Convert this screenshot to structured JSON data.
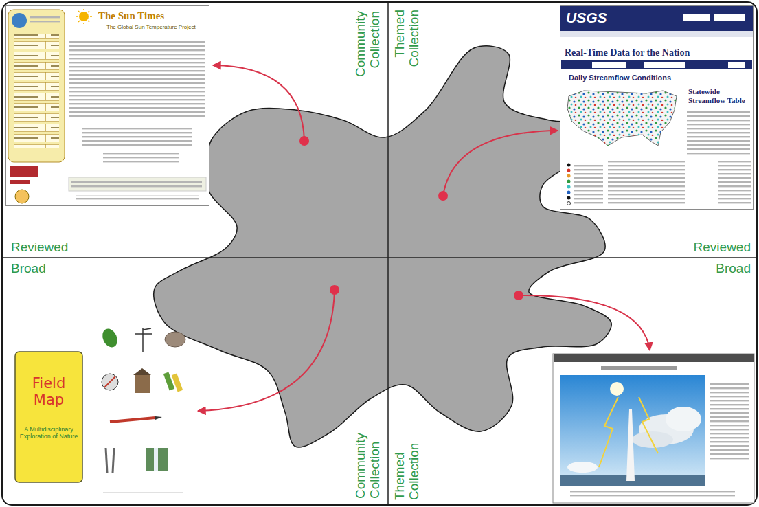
{
  "diagram": {
    "nodes": [
      {
        "text": [
          "The Sun Times",
          "The Global Sun Temperature Project"
        ]
      },
      {
        "text": [
          "USGS",
          "Real-Time Data for the Nation",
          "Daily Streamflow Conditions",
          "Statewide Streamflow Table"
        ]
      },
      {
        "text": [
          "Field Map",
          "A Multidisciplinary Exploration of Nature"
        ]
      }
    ],
    "labels": [
      "Community Collection",
      "Themed Collection",
      "Reviewed",
      "Reviewed",
      "Broad",
      "Broad",
      "Community Collection",
      "Themed Collection"
    ]
  }
}
